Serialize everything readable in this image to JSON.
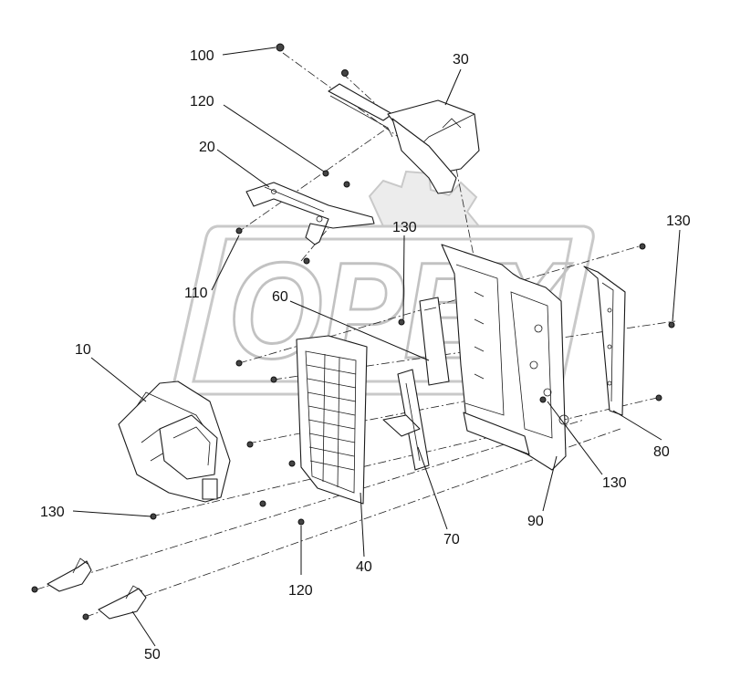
{
  "watermark": {
    "text": "OPEX"
  },
  "callouts": [
    {
      "id": "100",
      "label": "100"
    },
    {
      "id": "30",
      "label": "30"
    },
    {
      "id": "120-top",
      "label": "120"
    },
    {
      "id": "20",
      "label": "20"
    },
    {
      "id": "130-mid",
      "label": "130"
    },
    {
      "id": "130-right",
      "label": "130"
    },
    {
      "id": "110",
      "label": "110"
    },
    {
      "id": "60",
      "label": "60"
    },
    {
      "id": "10",
      "label": "10"
    },
    {
      "id": "80",
      "label": "80"
    },
    {
      "id": "130-lower-right",
      "label": "130"
    },
    {
      "id": "130-left",
      "label": "130"
    },
    {
      "id": "90",
      "label": "90"
    },
    {
      "id": "70",
      "label": "70"
    },
    {
      "id": "40",
      "label": "40"
    },
    {
      "id": "120-bottom",
      "label": "120"
    },
    {
      "id": "50",
      "label": "50"
    }
  ]
}
